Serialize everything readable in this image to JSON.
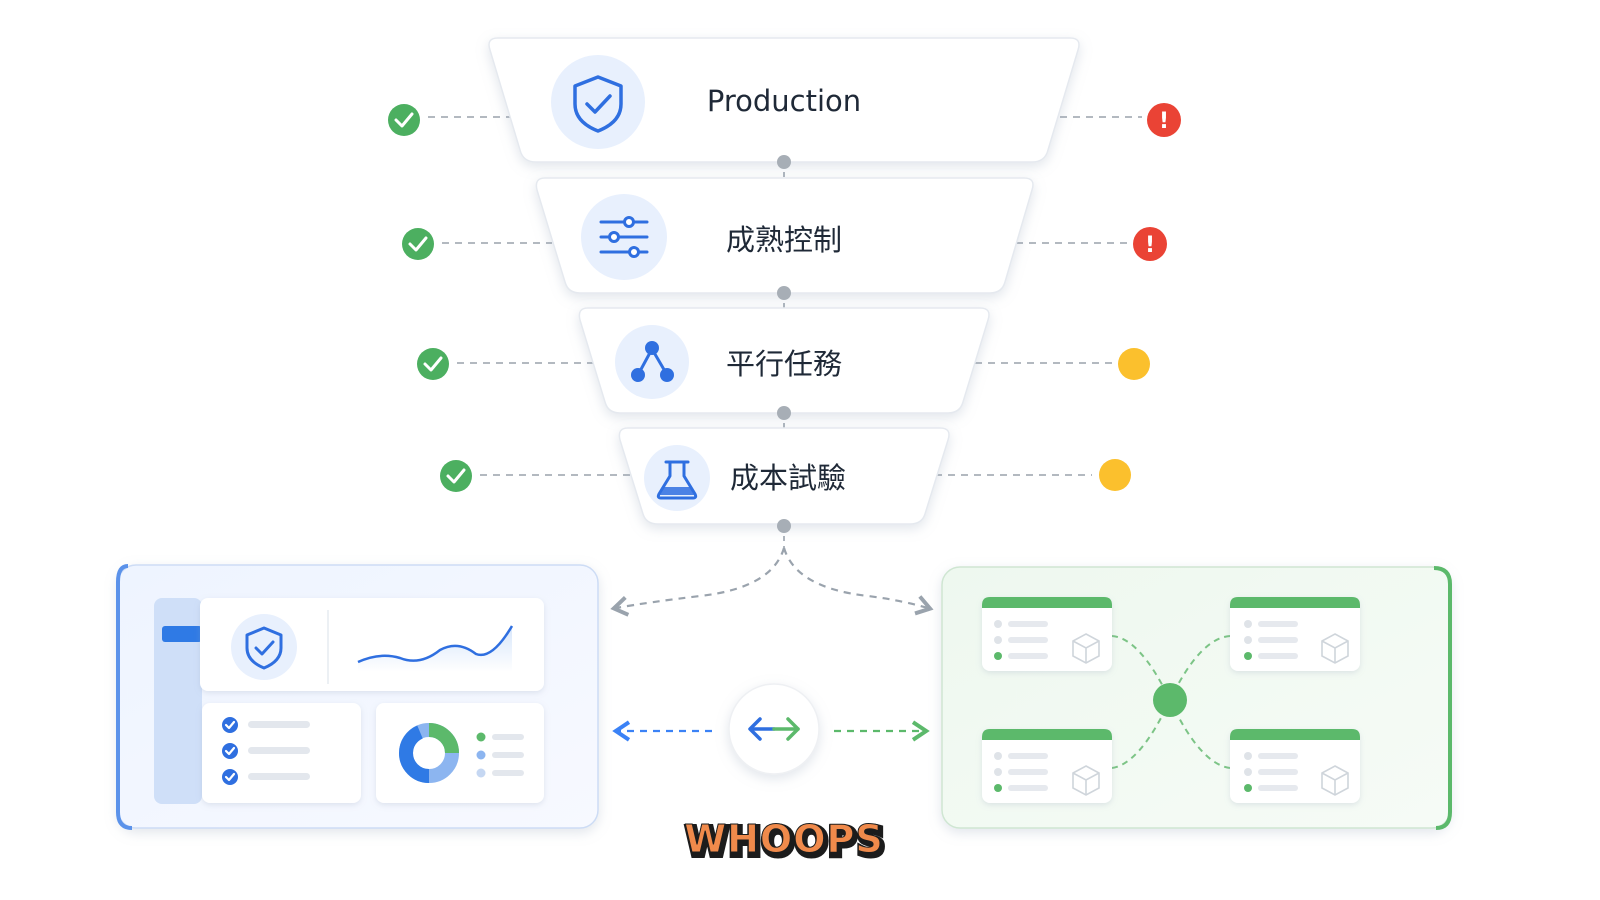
{
  "funnel": {
    "tiers": [
      {
        "label": "Production",
        "icon": "shield-check-icon",
        "left_status": "pass",
        "right_status": "alert"
      },
      {
        "label": "成熟控制",
        "icon": "sliders-icon",
        "left_status": "pass",
        "right_status": "alert"
      },
      {
        "label": "平行任務",
        "icon": "branch-nodes-icon",
        "left_status": "pass",
        "right_status": "pending"
      },
      {
        "label": "成本試驗",
        "icon": "flask-icon",
        "left_status": "pass",
        "right_status": "pending"
      }
    ]
  },
  "status_colors": {
    "pass": "#4caf60",
    "alert": "#ea4335",
    "pending": "#fbc02d",
    "accent_blue": "#3b82f6",
    "accent_green": "#5cb96b"
  },
  "alert_glyph": "!",
  "left_panel": {
    "name": "dashboard-panel",
    "icons": [
      "shield-check-icon",
      "line-chart-icon",
      "checklist-icon",
      "donut-chart-icon"
    ]
  },
  "right_panel": {
    "name": "network-panel",
    "icons": [
      "cube-icon",
      "hub-node-icon"
    ]
  },
  "center_exchange": {
    "icon": "bidirectional-arrow-icon"
  },
  "footer_stamp": {
    "text": "WHOOPS"
  }
}
